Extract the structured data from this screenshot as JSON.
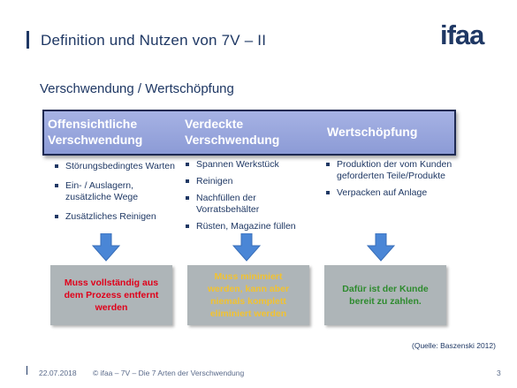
{
  "header": {
    "title": "Definition und Nutzen von 7V – II",
    "logo": "ifaa"
  },
  "subtitle": "Verschwendung / Wertschöpfung",
  "columns": [
    {
      "heading": "Offensichtliche Verschwendung",
      "items": [
        "Störungsbedingtes Warten",
        "Ein- / Auslagern, zusätzliche Wege",
        "Zusätzliches Reinigen"
      ],
      "box_text": "Muss vollständig aus dem Prozess entfernt werden"
    },
    {
      "heading": "Verdeckte Verschwendung",
      "items": [
        "Spannen Werkstück",
        "Reinigen",
        "Nachfüllen der Vorratsbehälter",
        "Rüsten, Magazine füllen"
      ],
      "box_text": "Muss minimiert werden, kann aber niemals komplett eliminiert werden"
    },
    {
      "heading": "Wertschöpfung",
      "items": [
        "Produktion der vom Kunden geforderten Teile/Produkte",
        "Verpacken auf Anlage"
      ],
      "box_text": "Dafür ist der Kunde bereit zu zahlen."
    }
  ],
  "source": "(Quelle: Baszenski 2012)",
  "footer": {
    "date": "22.07.2018",
    "copyright": "© ifaa – 7V – Die 7 Arten der Verschwendung",
    "page_number": "3"
  },
  "colors": {
    "primary": "#1f3864",
    "box_gray": "#aeb5b8",
    "arrow_blue": "#4a86d6",
    "red_text": "#e0001a",
    "yellow_text": "#f2c230",
    "green_text": "#2e8b2e"
  }
}
